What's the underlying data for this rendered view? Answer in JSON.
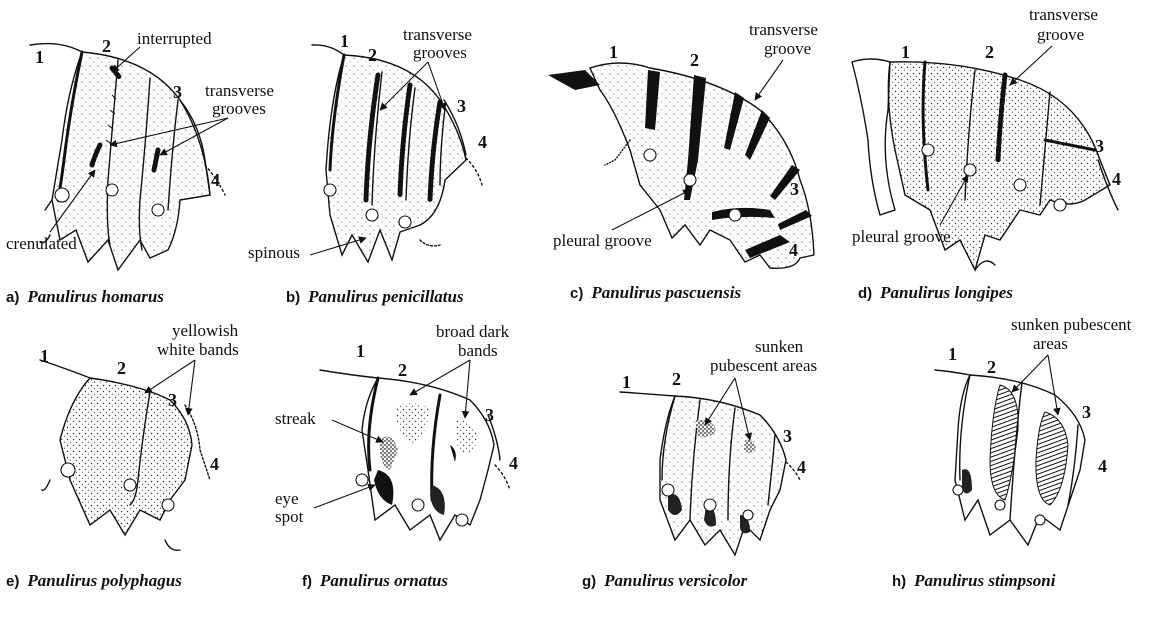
{
  "segment_numbers": [
    "1",
    "2",
    "3",
    "4"
  ],
  "panels": {
    "a": {
      "prefix": "a)",
      "species": "Panulirus homarus",
      "labels": {
        "interrupted": "interrupted",
        "transverse_1": "transverse",
        "transverse_2": "grooves",
        "crenulated": "crenulated"
      }
    },
    "b": {
      "prefix": "b)",
      "species": "Panulirus penicillatus",
      "labels": {
        "transverse_1": "transverse",
        "transverse_2": "grooves",
        "spinous": "spinous"
      }
    },
    "c": {
      "prefix": "c)",
      "species": "Panulirus pascuensis",
      "labels": {
        "transverse_1": "transverse",
        "transverse_2": "groove",
        "pleural": "pleural groove"
      }
    },
    "d": {
      "prefix": "d)",
      "species": "Panulirus longipes",
      "labels": {
        "transverse_1": "transverse",
        "transverse_2": "groove",
        "pleural": "pleural groove"
      }
    },
    "e": {
      "prefix": "e)",
      "species": "Panulirus polyphagus",
      "labels": {
        "bands_1": "yellowish",
        "bands_2": "white bands"
      }
    },
    "f": {
      "prefix": "f)",
      "species": "Panulirus ornatus",
      "labels": {
        "bands_1": "broad dark",
        "bands_2": "bands",
        "streak": "streak",
        "eye_1": "eye",
        "eye_2": "spot"
      }
    },
    "g": {
      "prefix": "g)",
      "species": "Panulirus versicolor",
      "labels": {
        "areas_1": "sunken",
        "areas_2": "pubescent areas"
      }
    },
    "h": {
      "prefix": "h)",
      "species": "Panulirus stimpsoni",
      "labels": {
        "areas_1": "sunken pubescent",
        "areas_2": "areas"
      }
    }
  },
  "colors": {
    "ink": "#111111",
    "background": "#ffffff"
  }
}
